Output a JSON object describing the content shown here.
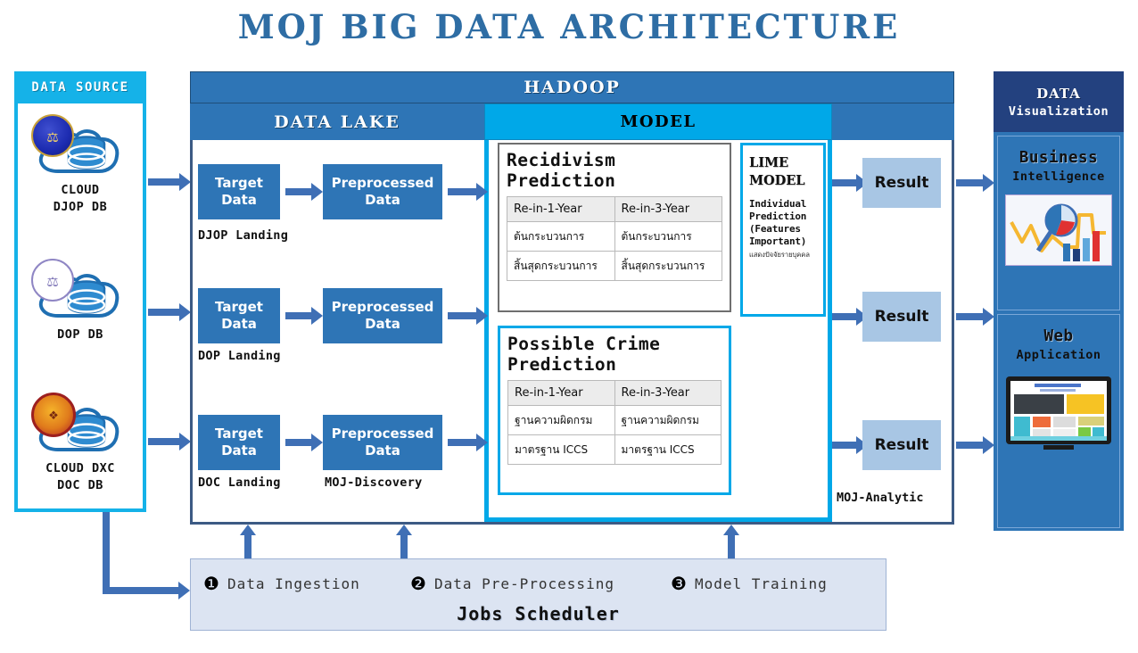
{
  "title": "MOJ BIG DATA ARCHITECTURE",
  "data_source": {
    "header": "DATA SOURCE",
    "items": [
      {
        "line1": "CLOUD",
        "line2": "DJOP DB",
        "icon": "cloud-database-icon",
        "emblem": "djop-emblem"
      },
      {
        "line1": "DOP DB",
        "line2": "",
        "icon": "cloud-database-icon",
        "emblem": "dop-emblem"
      },
      {
        "line1": "CLOUD DXC",
        "line2": "DOC DB",
        "icon": "cloud-database-icon",
        "emblem": "doc-emblem"
      }
    ]
  },
  "hadoop": {
    "header": "HADOOP",
    "lake_title": "DATA LAKE",
    "model_title": "MODEL",
    "pipelines": [
      {
        "target": "Target\nData",
        "preprocessed": "Preprocessed\nData",
        "landing": "DJOP Landing"
      },
      {
        "target": "Target\nData",
        "preprocessed": "Preprocessed\nData",
        "landing": "DOP Landing"
      },
      {
        "target": "Target\nData",
        "preprocessed": "Preprocessed\nData",
        "landing": "DOC Landing"
      }
    ],
    "discovery_label": "MOJ-Discovery",
    "target_line1": "Target",
    "target_line2": "Data",
    "pre_line1": "Preprocessed",
    "pre_line2": "Data"
  },
  "model": {
    "cards": [
      {
        "title_line1": "Recidivism",
        "title_line2": "Prediction",
        "columns": [
          "Re-in-1-Year",
          "Re-in-3-Year"
        ],
        "rows": [
          [
            "ต้นกระบวนการ",
            "ต้นกระบวนการ"
          ],
          [
            "สิ้นสุดกระบวนการ",
            "สิ้นสุดกระบวนการ"
          ]
        ]
      },
      {
        "title_line1": "Possible Crime",
        "title_line2": "Prediction",
        "columns": [
          "Re-in-1-Year",
          "Re-in-3-Year"
        ],
        "rows": [
          [
            "ฐานความผิดกรม",
            "ฐานความผิดกรม"
          ],
          [
            "มาตรฐาน ICCS",
            "มาตรฐาน ICCS"
          ]
        ]
      }
    ],
    "lime": {
      "title_line1": "LIME",
      "title_line2": "MODEL",
      "sub_line1": "Individual",
      "sub_line2": "Prediction",
      "sub_line3": "(Features",
      "sub_line4": "Important)",
      "thai": "แสดงปัจจัยรายบุคคล"
    }
  },
  "results": {
    "label": "Result",
    "items": [
      "Result",
      "Result",
      "Result"
    ],
    "footer": "MOJ-Analytic"
  },
  "visualization": {
    "header_line1": "DATA",
    "header_line2": "Visualization",
    "cards": [
      {
        "line1": "Business",
        "line2": "Intelligence",
        "icon": "bi-chart-icon"
      },
      {
        "line1": "Web",
        "line2": "Application",
        "icon": "monitor-icon"
      }
    ]
  },
  "scheduler": {
    "steps": [
      {
        "num": "❶",
        "label": "Data Ingestion"
      },
      {
        "num": "❷",
        "label": "Data Pre-Processing"
      },
      {
        "num": "❸",
        "label": "Model Training"
      }
    ],
    "title": "Jobs Scheduler"
  },
  "colors": {
    "title_blue": "#2E6DA4",
    "cyan": "#00A8E8",
    "source_cyan": "#15B2E8",
    "steel_blue": "#2E75B6",
    "navy": "#23417F",
    "arrow": "#3F6FB5",
    "result_fill": "#A8C6E4",
    "scheduler_fill": "#DCE4F2"
  }
}
